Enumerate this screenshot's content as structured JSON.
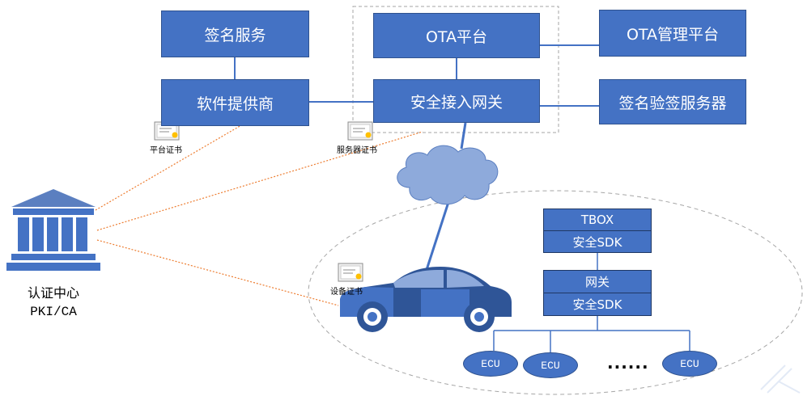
{
  "boxes": {
    "signing_service": "签名服务",
    "software_provider": "软件提供商",
    "ota_platform": "OTA平台",
    "secure_gateway": "安全接入网关",
    "ota_management": "OTA管理平台",
    "sign_verify_server": "签名验签服务器"
  },
  "certificates": {
    "platform_cert": "平台证书",
    "server_cert": "服务器证书",
    "device_cert": "设备证书"
  },
  "ca": {
    "name": "认证中心",
    "subtitle": "PKI/CA"
  },
  "vehicle": {
    "tbox": "TBOX",
    "tbox_sdk": "安全SDK",
    "gateway": "网关",
    "gateway_sdk": "安全SDK",
    "ecus": [
      "ECU",
      "ECU",
      "ECU"
    ],
    "ellipsis": "......"
  },
  "colors": {
    "box_fill": "#4472c4",
    "link_line": "#4472c4",
    "cert_line": "#ed7d31",
    "cloud": "#8eaadb"
  }
}
